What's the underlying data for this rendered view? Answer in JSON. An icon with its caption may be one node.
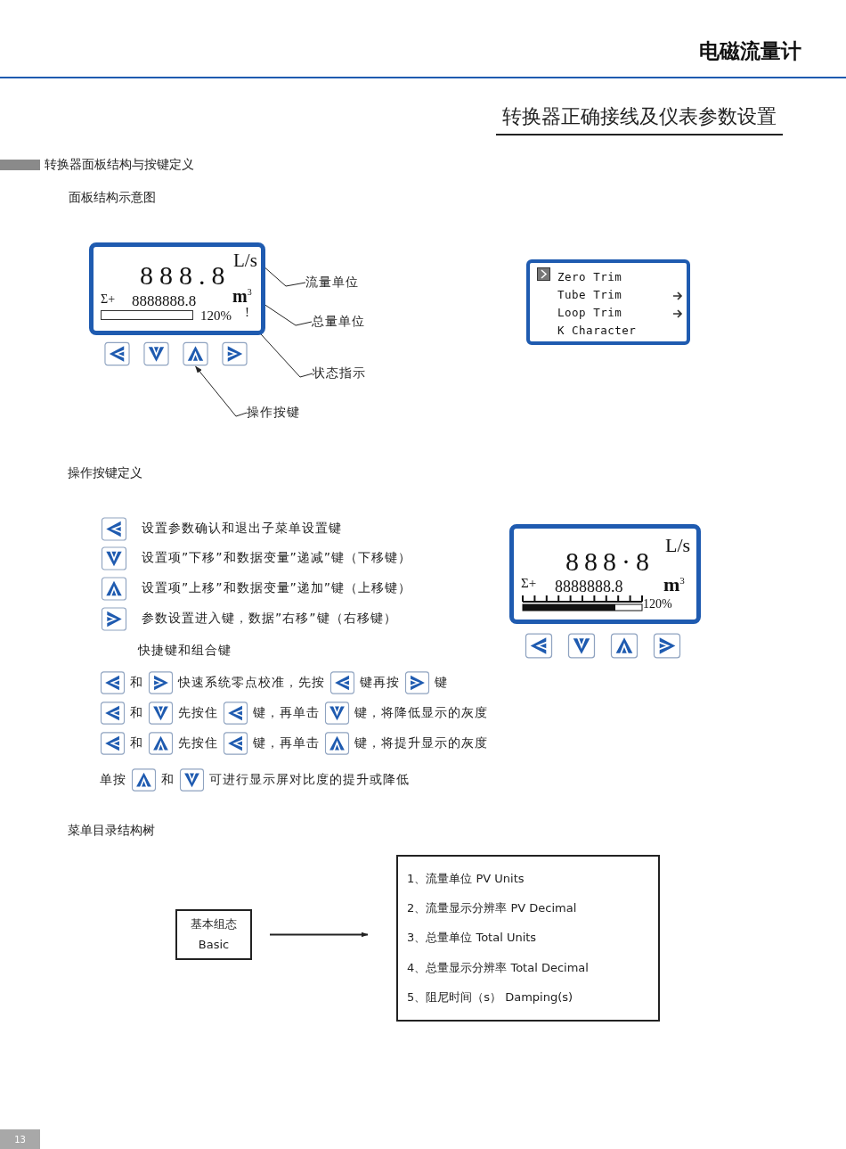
{
  "diagram": {
    "title": "转换器正确接线及仪表参数设置",
    "nodes": [
      {
        "text": [
          "888.8",
          "Σ+",
          "8888888.8",
          "120%"
        ]
      },
      {
        "text": [
          "L/s"
        ],
        "in": 0
      },
      {
        "text": [
          "m$^{3}$"
        ],
        "in": 0
      },
      {
        "text": [
          "!"
        ],
        "in": 0
      },
      {
        "text": [],
        "shape": "button"
      },
      {
        "text": [],
        "shape": "button"
      },
      {
        "text": [],
        "shape": "button"
      },
      {
        "text": [],
        "shape": "button"
      },
      {
        "text": [
          "流量单位"
        ]
      },
      {
        "text": [
          "总量单位"
        ]
      },
      {
        "text": [
          "状态指示"
        ]
      },
      {
        "text": [
          "操作按键"
        ]
      },
      {
        "text": [
          "Zero Trim",
          "Tube Trim",
          "Loop Trim",
          "K Character"
        ]
      },
      {
        "text": [
          "888·8",
          "L/s",
          "Σ+",
          "8888888.8",
          "m$^{3}$",
          "120%"
        ]
      },
      {
        "text": [
          "基本组态",
          "Basic"
        ]
      },
      {
        "text": [
          "1、流量单位 PV Units",
          "2、流量显示分辨率 PV Decimal",
          "3、总量单位 Total Units",
          "4、总量显示分辨率 Total Decimal",
          "5、阻尼时间（s） Damping(s)"
        ]
      }
    ],
    "edges": [
      {
        "from": 8,
        "to": 1,
        "arrow": "to"
      },
      {
        "from": 9,
        "to": 2,
        "arrow": "to"
      },
      {
        "from": 10,
        "to": 3,
        "arrow": "to"
      },
      {
        "from": 11,
        "to": 6,
        "arrow": "to"
      },
      {
        "from": 14,
        "to": 15,
        "arrow": "to"
      }
    ],
    "labels": [
      "电磁流量计",
      "转换器面板结构与按键定义",
      "面板结构示意图",
      "操作按键定义",
      "设置参数确认和退出子菜单设置键",
      "设置项”下移”和数据变量”递减”键（下移键）",
      "设置项”上移”和数据变量”递加”键（上移键）",
      "参数设置进入键，数据”右移”键（右移键）",
      "快捷键和组合键",
      "和",
      "快速系统零点校准，先按",
      "键再按",
      "键",
      "和",
      "先按住",
      "键，再单击",
      "键，将降低显示的灰度",
      "和",
      "先按住",
      "键，再单击",
      "键，将提升显示的灰度",
      "单按",
      "和",
      "可进行显示屏对比度的提升或降低",
      "菜单目录结构树",
      "13"
    ]
  }
}
